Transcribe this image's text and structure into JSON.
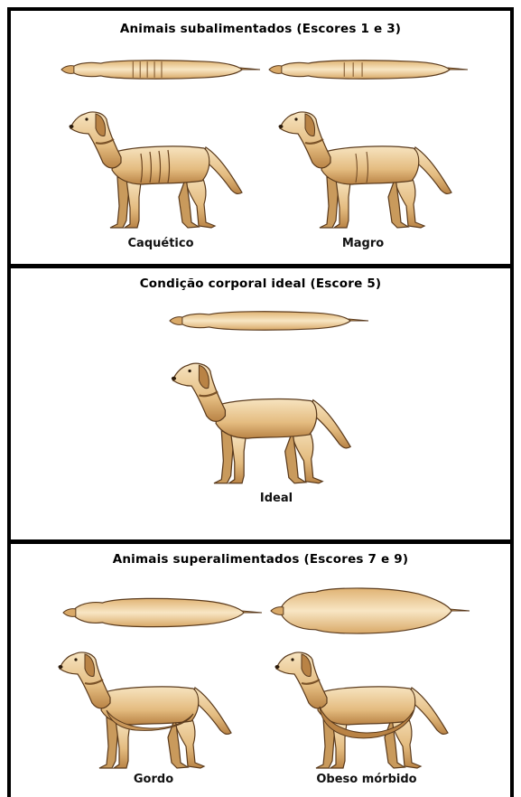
{
  "sections": [
    {
      "title": "Animais subalimentados (Escores 1 e 3)"
    },
    {
      "title": "Condição corporal ideal (Escore 5)"
    },
    {
      "title": "Animais superalimentados (Escores 7 e 9)"
    }
  ],
  "labels": {
    "caquetico": "Caquético",
    "magro": "Magro",
    "ideal": "Ideal",
    "gordo": "Gordo",
    "obeso": "Obeso mórbido"
  },
  "colors": {
    "fur": "#e9c68f",
    "fur_light": "#f6e2bd",
    "shadow": "#9a6a35",
    "outline": "#5a3a1c"
  }
}
